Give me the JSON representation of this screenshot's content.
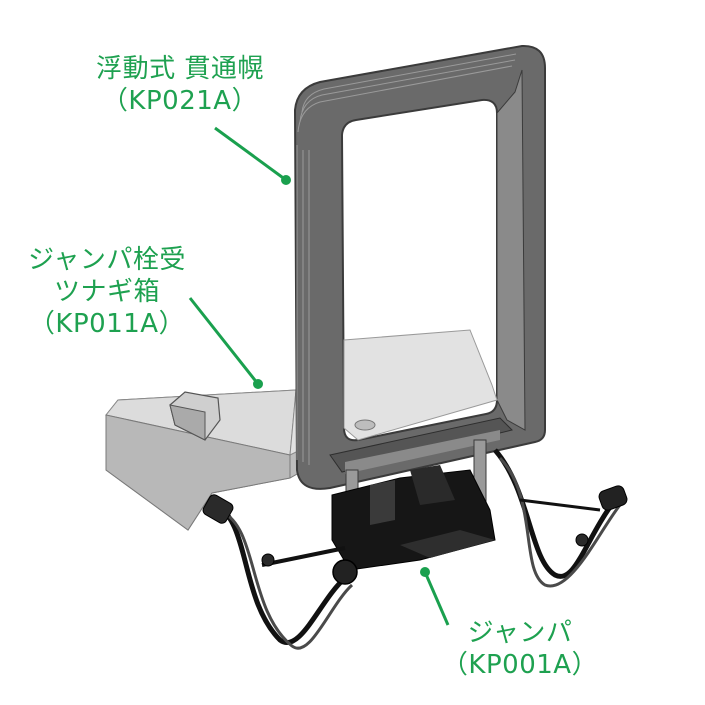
{
  "labels": {
    "canopy": {
      "line1": "浮動式 貫通幌",
      "line2": "（KP021A）"
    },
    "receiver": {
      "line1": "ジャンパ栓受",
      "line2": "ツナギ箱",
      "line3": "（KP011A）"
    },
    "jumper": {
      "line1": "ジャンパ",
      "line2": "（KP001A）"
    }
  },
  "colors": {
    "label_text": "#1ea150",
    "leader_line": "#1aa04e",
    "canopy_body": "#6f6f6f",
    "receiver_box": "#d9d9d9",
    "jumper_body": "#1a1a1a"
  }
}
